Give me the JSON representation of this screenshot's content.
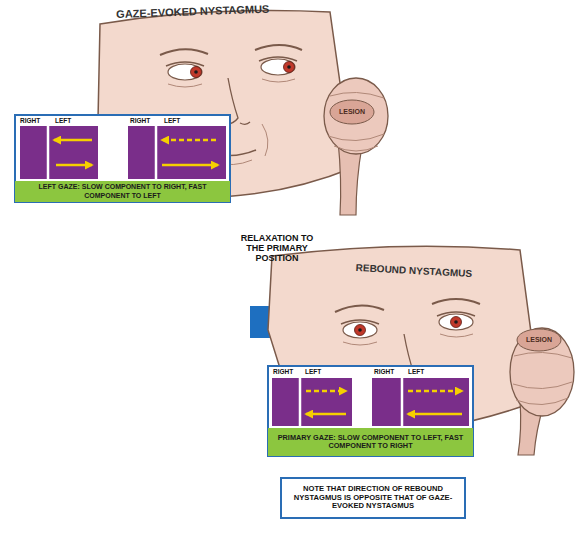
{
  "diagram": {
    "nodes": [
      {
        "text": [
          "LEFT GAZE: SLOW COMPONENT TO RIGHT, FAST COMPONENT TO LEFT"
        ]
      },
      {
        "text": [
          "PRIMARY GAZE: SLOW COMPONENT TO LEFT, FAST COMPONENT TO RIGHT"
        ]
      },
      {
        "text": [
          "NOTE THAT DIRECTION OF REBOUND NYSTAGMUS IS OPPOSITE THAT OF GAZE-EVOKED NYSTAGMUS"
        ]
      }
    ],
    "labels": [
      "GAZE-EVOKED NYSTAGMUS",
      "LESION",
      "RIGHT",
      "LEFT",
      "RIGHT",
      "LEFT",
      "RELAXATION TO THE PRIMARY POSITION",
      "REBOUND NYSTAGMUS",
      "LESION",
      "RIGHT",
      "LEFT",
      "RIGHT",
      "LEFT"
    ]
  }
}
